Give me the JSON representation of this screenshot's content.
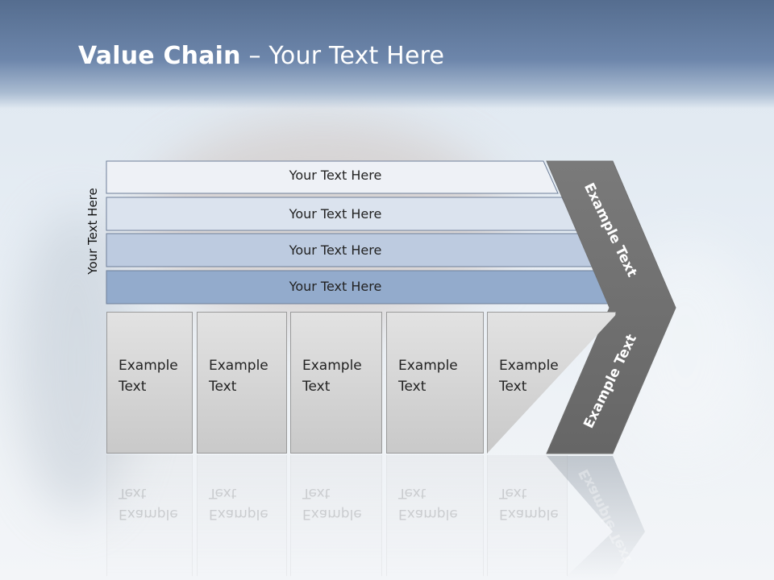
{
  "header": {
    "title_bold": "Value Chain",
    "title_rest": " – Your Text Here"
  },
  "side_label": "Your Text Here",
  "bands": [
    {
      "label": "Your Text Here",
      "color": "#eef1f6"
    },
    {
      "label": "Your Text Here",
      "color": "#dbe3ee"
    },
    {
      "label": "Your Text Here",
      "color": "#bdcbe0"
    },
    {
      "label": "Your Text Here",
      "color": "#93abcc"
    }
  ],
  "columns": [
    {
      "line1": "Example",
      "line2": "Text"
    },
    {
      "line1": "Example",
      "line2": "Text"
    },
    {
      "line1": "Example",
      "line2": "Text"
    },
    {
      "line1": "Example",
      "line2": "Text"
    },
    {
      "line1": "Example",
      "line2": "Text"
    }
  ],
  "chevron": {
    "upper_label": "Example Text",
    "lower_label": "Example Text",
    "color": "#707070"
  }
}
